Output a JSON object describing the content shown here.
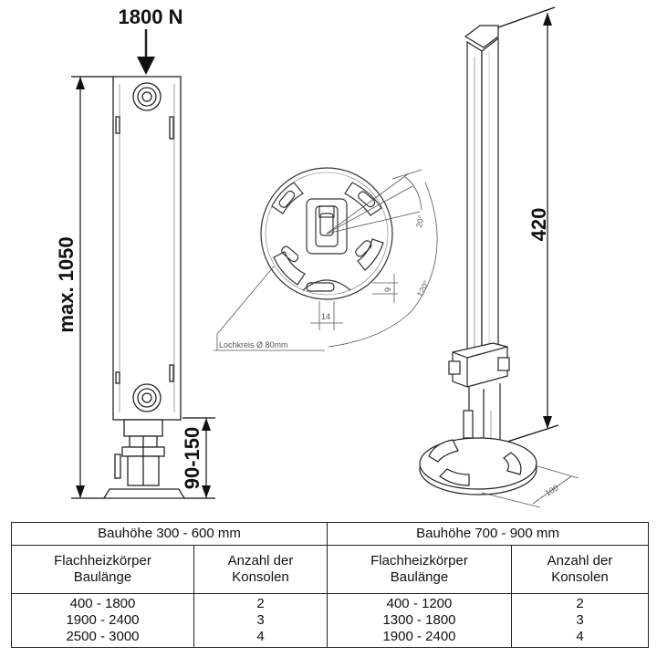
{
  "drawing": {
    "load_label": "1800 N",
    "height_label": "max. 1050",
    "foot_label": "90-150",
    "console_label": "420",
    "lochkreis_label": "Lochkreis Ø 80mm",
    "angle_small": "20°",
    "angle_large": "120°",
    "dim_9": "9",
    "dim_14": "14",
    "dim_100": "100"
  },
  "table": {
    "groups": [
      "Bauhöhe 300 - 600 mm",
      "Bauhöhe 700 - 900 mm"
    ],
    "col_heads": [
      [
        "Flachheizkörper",
        "Baulänge"
      ],
      [
        "Anzahl der",
        "Konsolen"
      ],
      [
        "Flachheizkörper",
        "Baulänge"
      ],
      [
        "Anzahl der",
        "Konsolen"
      ]
    ],
    "rows": [
      [
        "400 - 1800",
        "2",
        "400 - 1200",
        "2"
      ],
      [
        "1900 - 2400",
        "3",
        "1300 - 1800",
        "3"
      ],
      [
        "2500 - 3000",
        "4",
        "1900 - 2400",
        "4"
      ]
    ]
  }
}
